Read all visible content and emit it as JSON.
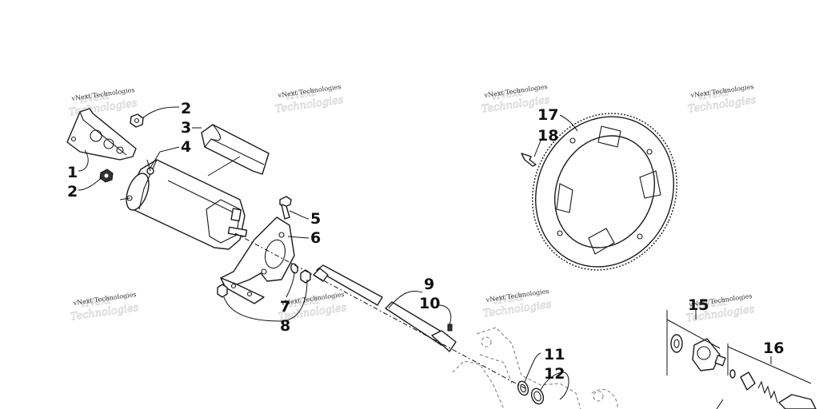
{
  "watermark": "vNext Technologies",
  "callouts": {
    "c1": "1",
    "c2a": "2",
    "c2b": "2",
    "c3": "3",
    "c4": "4",
    "c5": "5",
    "c6": "6",
    "c7": "7",
    "c8": "8",
    "c9": "9",
    "c10": "10",
    "c11": "11",
    "c12": "12",
    "c15": "15",
    "c16": "16",
    "c17": "17",
    "c18": "18"
  }
}
